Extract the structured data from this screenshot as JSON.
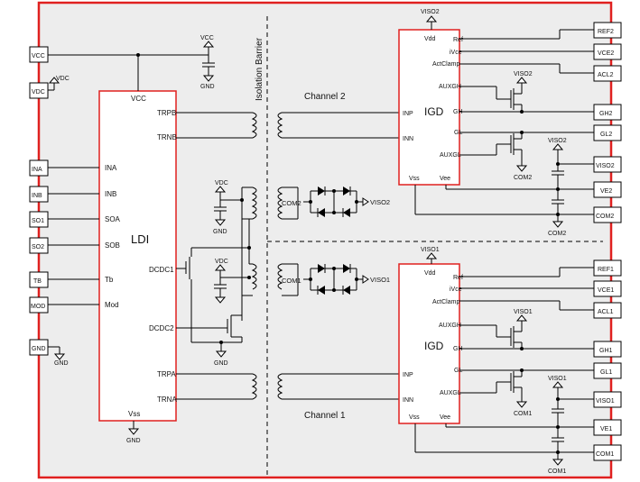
{
  "colors": {
    "border": "#e0201f",
    "panel": "#ededed",
    "box_fill": "#ffffff",
    "wire": "#000000",
    "box_border_red": "#e0201f"
  },
  "isolation_label": "Isolation Barrier",
  "channel2_label": "Channel 2",
  "channel1_label": "Channel 1",
  "ldi": {
    "title": "LDI",
    "vcc": "VCC",
    "vss": "Vss",
    "pins_left": [
      "INA",
      "INB",
      "SOA",
      "SOB",
      "Tb",
      "Mod"
    ],
    "trpb": "TRPB",
    "trnb": "TRNB",
    "dcdc1": "DCDC1",
    "dcdc2": "DCDC2",
    "trpa": "TRPA",
    "trna": "TRNA"
  },
  "left_pins": [
    "VCC",
    "VDC",
    "INA",
    "INB",
    "SO1",
    "SO2",
    "TB",
    "MOD",
    "GND"
  ],
  "supply_labels": {
    "vcc": "VCC",
    "vdc": "VDC",
    "gnd": "GND",
    "com1": "COM1",
    "com2": "COM2",
    "viso1": "VISO1",
    "viso2": "VISO2"
  },
  "igd2": {
    "title": "IGD",
    "vdd": "Vdd",
    "vss": "Vss",
    "vee": "Vee",
    "inp": "INP",
    "inn": "INN",
    "pins_right": [
      "Ref",
      "iVce",
      "ActClamp",
      "AUXGH",
      "GH",
      "GL",
      "AUXGL"
    ]
  },
  "igd1": {
    "title": "IGD",
    "vdd": "Vdd",
    "vss": "Vss",
    "vee": "Vee",
    "inp": "INP",
    "inn": "INN",
    "pins_right": [
      "Ref",
      "iVce",
      "ActClamp",
      "AUXGH",
      "GH",
      "GL",
      "AUXGL"
    ]
  },
  "right_pins_ch2": [
    "REF2",
    "VCE2",
    "ACL2",
    "GH2",
    "GL2",
    "VISO2",
    "VE2",
    "COM2"
  ],
  "right_pins_ch1": [
    "REF1",
    "VCE1",
    "ACL1",
    "GH1",
    "GL1",
    "VISO1",
    "VE1",
    "COM1"
  ]
}
